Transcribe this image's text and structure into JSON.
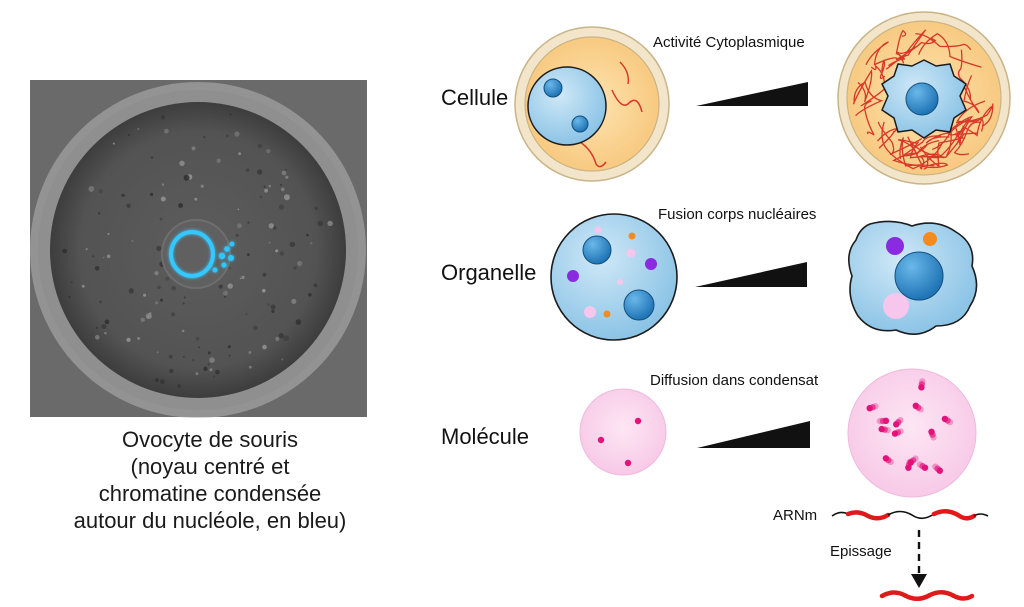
{
  "photo": {
    "caption_lines": [
      "Ovocyte de souris",
      "(noyau centré et",
      "chromatine condensée",
      "autour du nucléole, en bleu)"
    ]
  },
  "rows": [
    {
      "label": "Cellule",
      "annotation": "Activité Cytoplasmique"
    },
    {
      "label": "Organelle",
      "annotation": "Fusion corps nucléaires"
    },
    {
      "label": "Molécule",
      "annotation": "Diffusion dans condensat"
    }
  ],
  "mrna": {
    "label": "ARNm",
    "splicing_label": "Epissage"
  },
  "colors": {
    "zona": "#f3e5c9",
    "cytoplasm": "#fad494",
    "nucleus": "#a8d4ee",
    "nucleolus": "#2f8fcf",
    "rna_red": "#e01a1a",
    "molecule": "#e4127a",
    "condensate": "#fbd6ee",
    "purple": "#8a2be2",
    "orange": "#f28c1f",
    "chromatin_blue": "#2ec6ff"
  }
}
